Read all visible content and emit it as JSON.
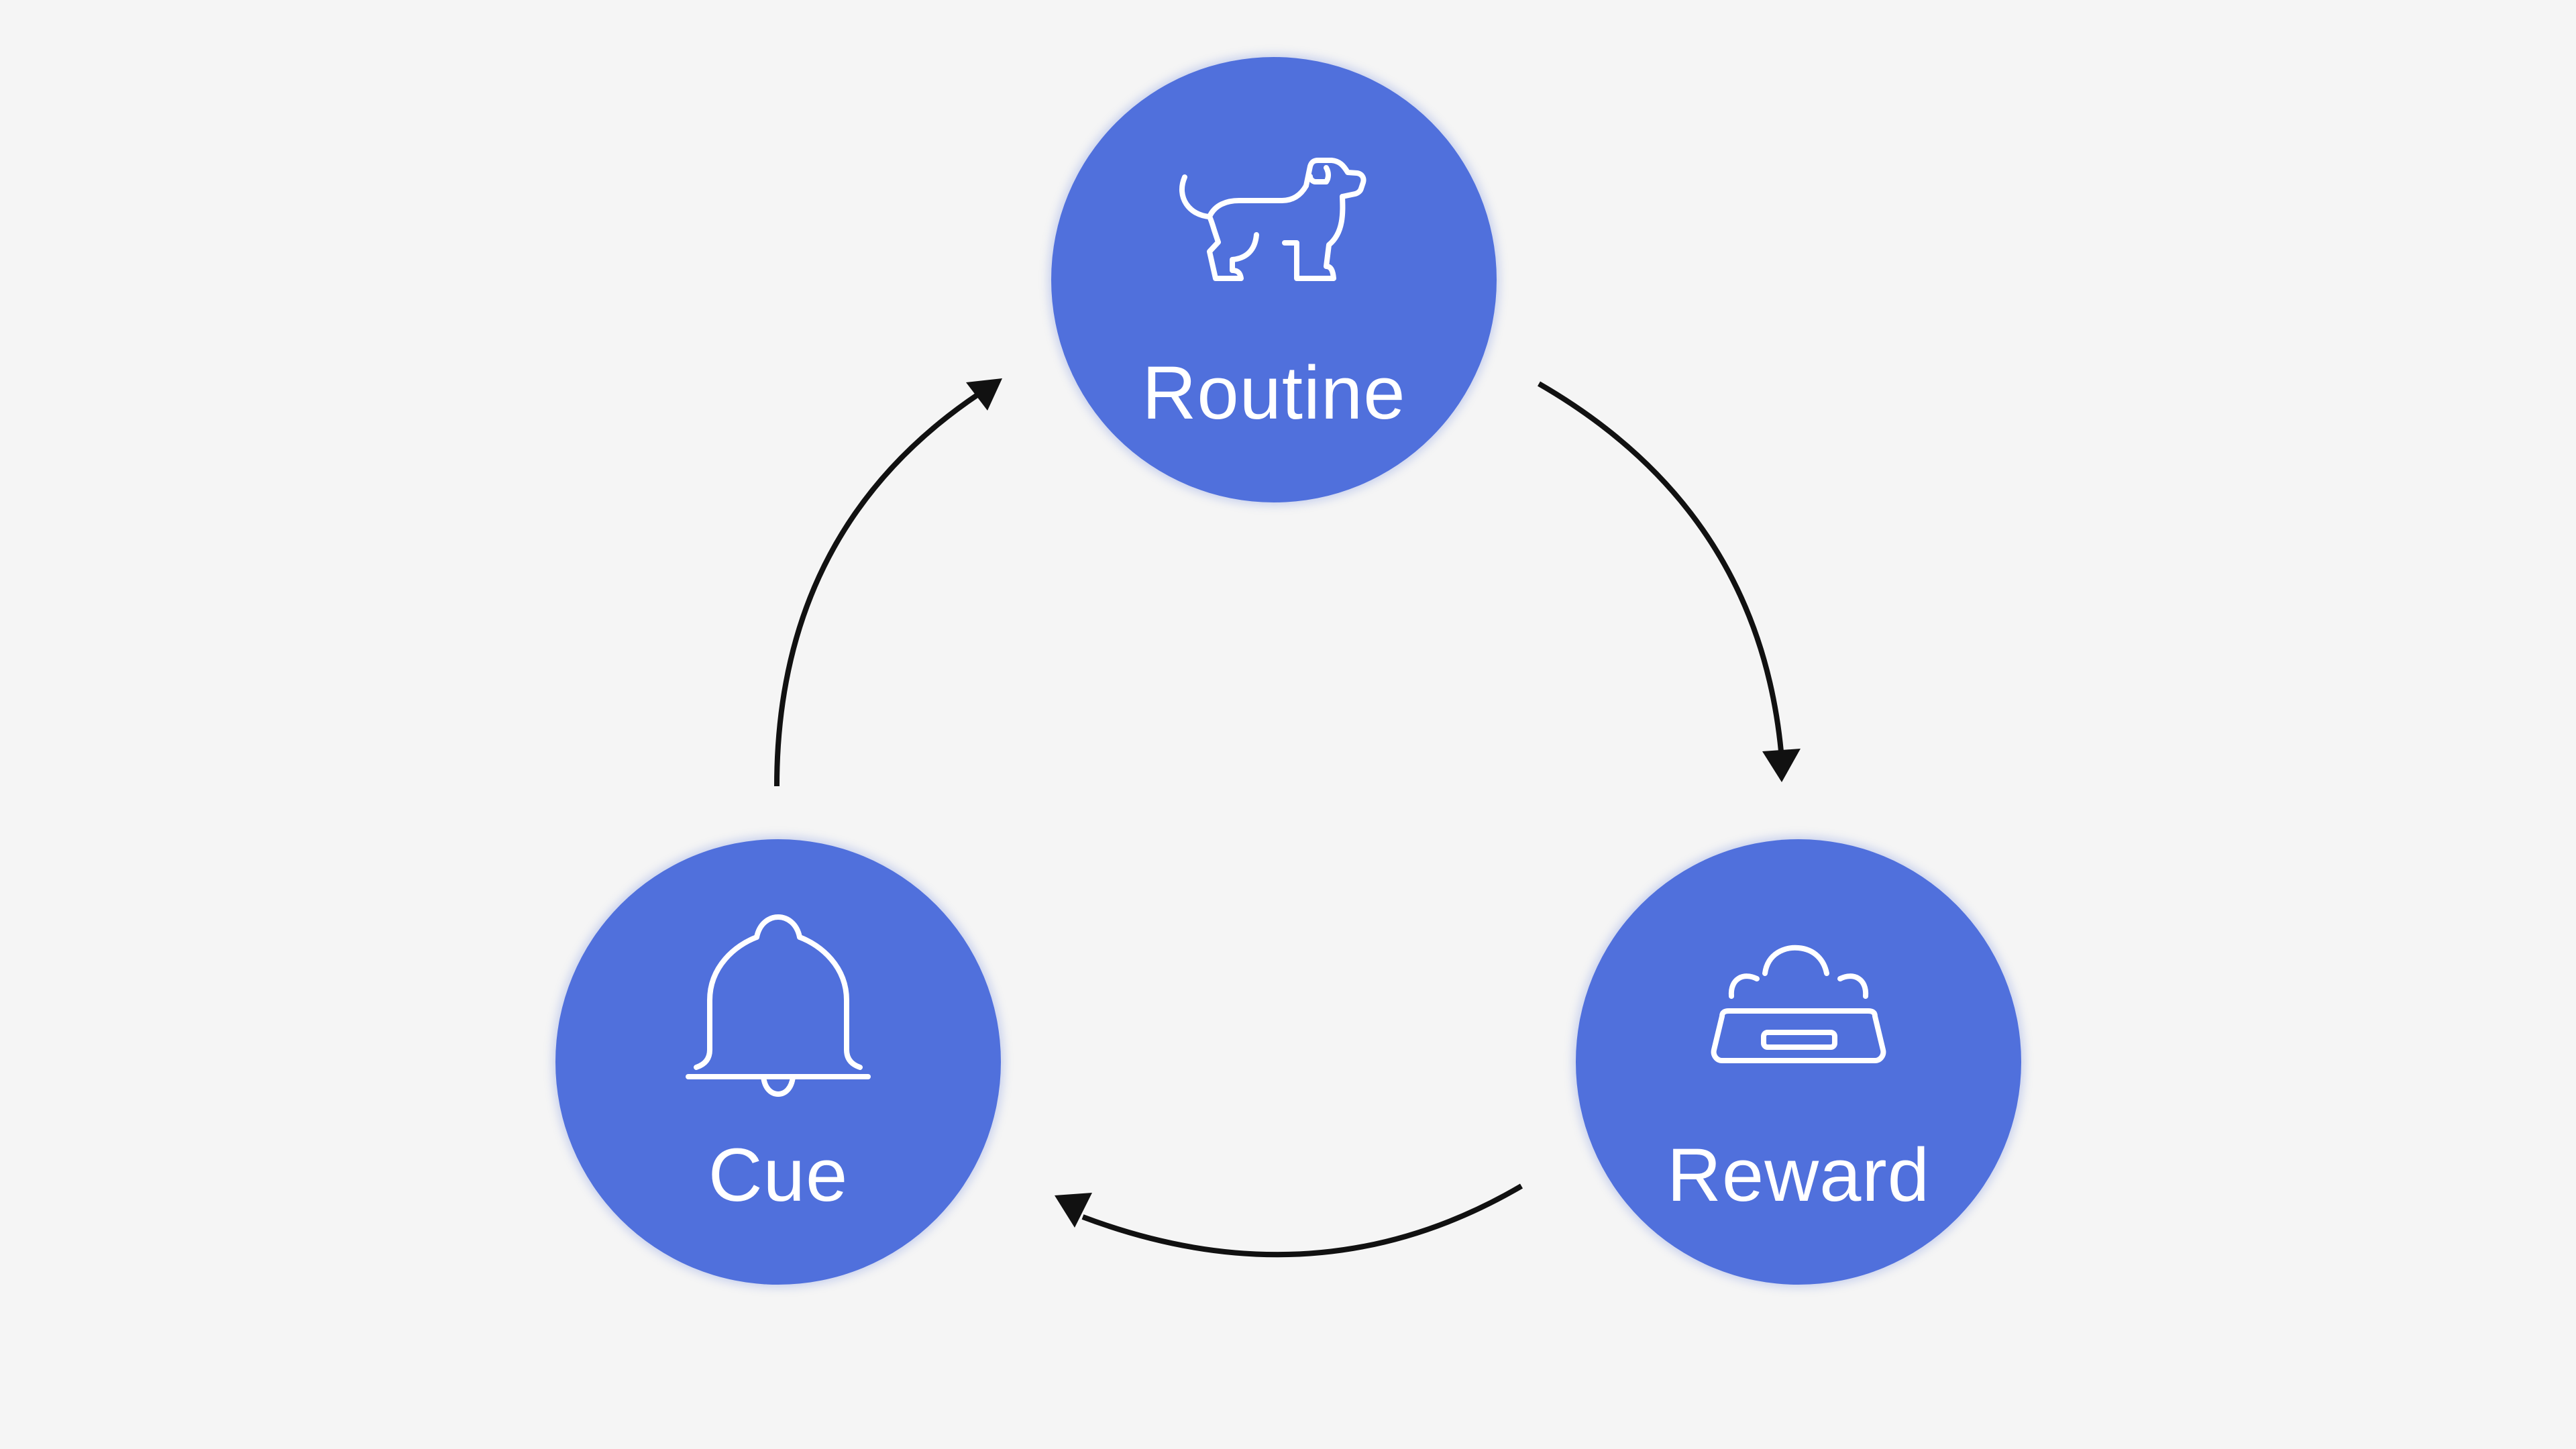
{
  "diagram": {
    "type": "habit-loop",
    "background_color": "#f5f5f5",
    "node_color": "#5070dc",
    "icon_color": "#ffffff",
    "arrow_color": "#111111",
    "nodes": [
      {
        "id": "routine",
        "label": "Routine",
        "icon": "dog-icon"
      },
      {
        "id": "reward",
        "label": "Reward",
        "icon": "food-bowl-icon"
      },
      {
        "id": "cue",
        "label": "Cue",
        "icon": "bell-icon"
      }
    ],
    "edges": [
      {
        "from": "routine",
        "to": "reward"
      },
      {
        "from": "reward",
        "to": "cue"
      },
      {
        "from": "cue",
        "to": "routine"
      }
    ]
  }
}
